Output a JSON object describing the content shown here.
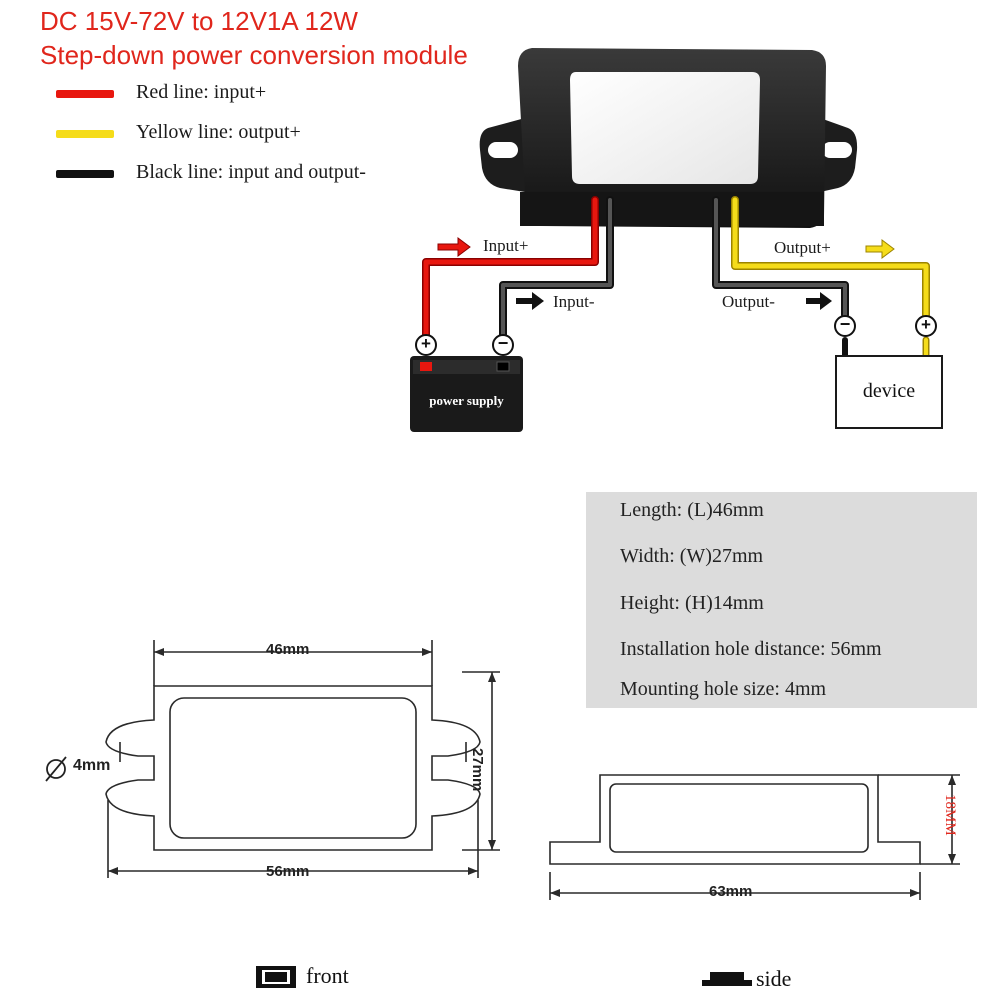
{
  "title": {
    "line1": "DC 15V-72V to 12V1A 12W",
    "line2": "Step-down power conversion module"
  },
  "legend": [
    {
      "label": "Red line: input+",
      "color": "#e8170f"
    },
    {
      "label": "Yellow line: output+",
      "color": "#f5dc1a"
    },
    {
      "label": "Black line: input and output-",
      "color": "#111111"
    }
  ],
  "wiring": {
    "input_plus": "Input+",
    "input_minus": "Input-",
    "output_plus": "Output+",
    "output_minus": "Output-",
    "power_supply": "power supply",
    "device": "device",
    "plus_symbol": "+",
    "minus_symbol": "−"
  },
  "specs": [
    "Length: (L)46mm",
    "Width: (W)27mm",
    "Height: (H)14mm",
    "Installation hole distance: 56mm",
    "Mounting hole size: 4mm"
  ],
  "dimensions": {
    "front_length": "46mm",
    "front_width": "27mm",
    "hole": "4mm",
    "hole_distance": "56mm",
    "side_length": "63mm",
    "side_height": "18MM"
  },
  "views": {
    "front": "front",
    "side": "side"
  }
}
